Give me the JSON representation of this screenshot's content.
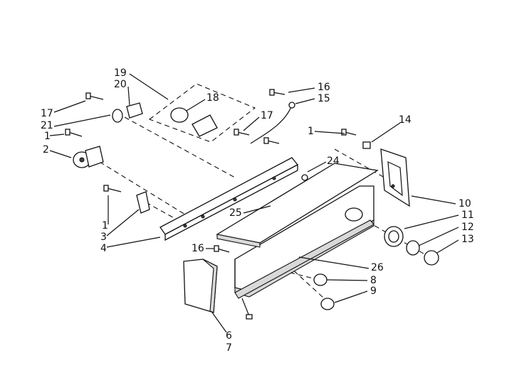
{
  "callouts": [
    {
      "id": "c19",
      "text": "19"
    },
    {
      "id": "c20",
      "text": "20"
    },
    {
      "id": "c18",
      "text": "18"
    },
    {
      "id": "c17a",
      "text": "17"
    },
    {
      "id": "c21",
      "text": "21"
    },
    {
      "id": "c1a",
      "text": "1"
    },
    {
      "id": "c2",
      "text": "2"
    },
    {
      "id": "c16a",
      "text": "16"
    },
    {
      "id": "c15",
      "text": "15"
    },
    {
      "id": "c17b",
      "text": "17"
    },
    {
      "id": "c1b",
      "text": "1"
    },
    {
      "id": "c14",
      "text": "14"
    },
    {
      "id": "c24",
      "text": "24"
    },
    {
      "id": "c10",
      "text": "10"
    },
    {
      "id": "c11",
      "text": "11"
    },
    {
      "id": "c12",
      "text": "12"
    },
    {
      "id": "c13",
      "text": "13"
    },
    {
      "id": "c25",
      "text": "25"
    },
    {
      "id": "c1c",
      "text": "1"
    },
    {
      "id": "c3",
      "text": "3"
    },
    {
      "id": "c4",
      "text": "4"
    },
    {
      "id": "c16b",
      "text": "16"
    },
    {
      "id": "c26",
      "text": "26"
    },
    {
      "id": "c8",
      "text": "8"
    },
    {
      "id": "c9",
      "text": "9"
    },
    {
      "id": "c6",
      "text": "6"
    },
    {
      "id": "c7",
      "text": "7"
    }
  ]
}
